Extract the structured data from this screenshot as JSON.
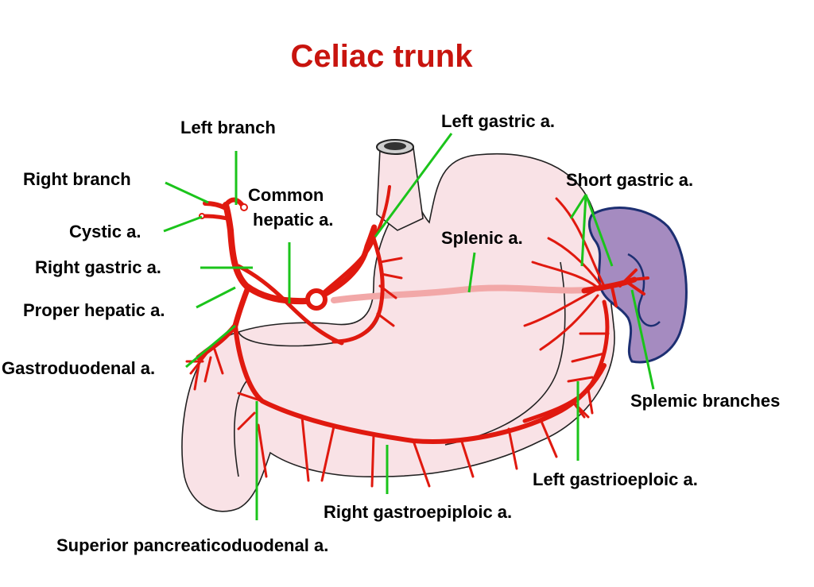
{
  "title": "Celiac trunk",
  "colors": {
    "title": "#c8140e",
    "artery": "#e0190f",
    "organ_fill": "#f9e2e6",
    "spleen_fill": "#a58bc0",
    "spleen_edge": "#1d2f72",
    "leader": "#1bc41b",
    "label": "#000000"
  },
  "labels": {
    "left_branch": "Left branch",
    "right_branch": "Right branch",
    "common_hepatic_1": "Common",
    "common_hepatic_2": "hepatic a.",
    "cystic": "Cystic a.",
    "right_gastric": "Right gastric a.",
    "proper_hepatic": "Proper hepatic a.",
    "gastroduodenal": "Gastroduodenal a.",
    "left_gastric": "Left gastric a.",
    "short_gastric": "Short gastric a.",
    "splenic": "Splenic a.",
    "splenic_branches": "Splemic branches",
    "left_gastroepiploic": "Left gastrioeploic a.",
    "right_gastroepiploic": "Right gastroepiploic a.",
    "superior_pancreaticoduodenal": "Superior pancreaticoduodenal a."
  }
}
